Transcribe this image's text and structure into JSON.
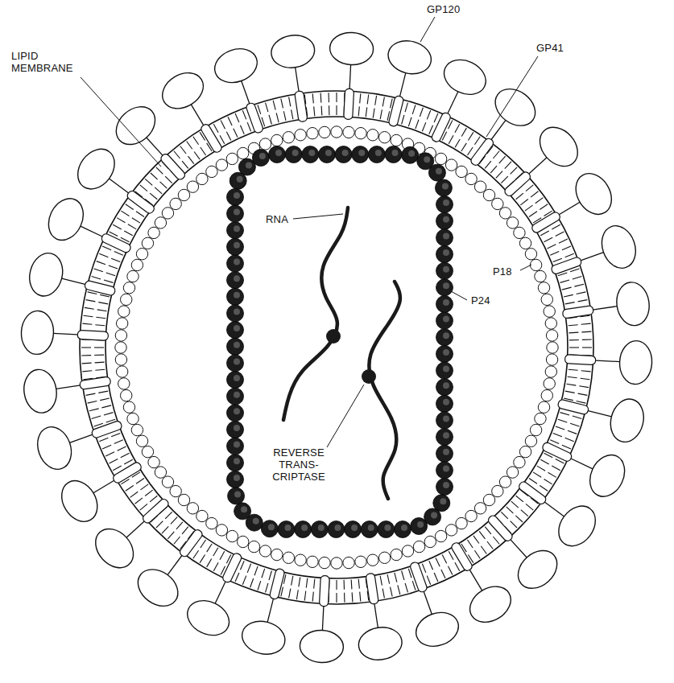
{
  "diagram": {
    "labels": [
      "GP120",
      "GP41",
      "LIPID MEMBRANE",
      "RNA",
      "P18",
      "P24",
      "REVERSE TRANS- CRIPTASE"
    ]
  }
}
